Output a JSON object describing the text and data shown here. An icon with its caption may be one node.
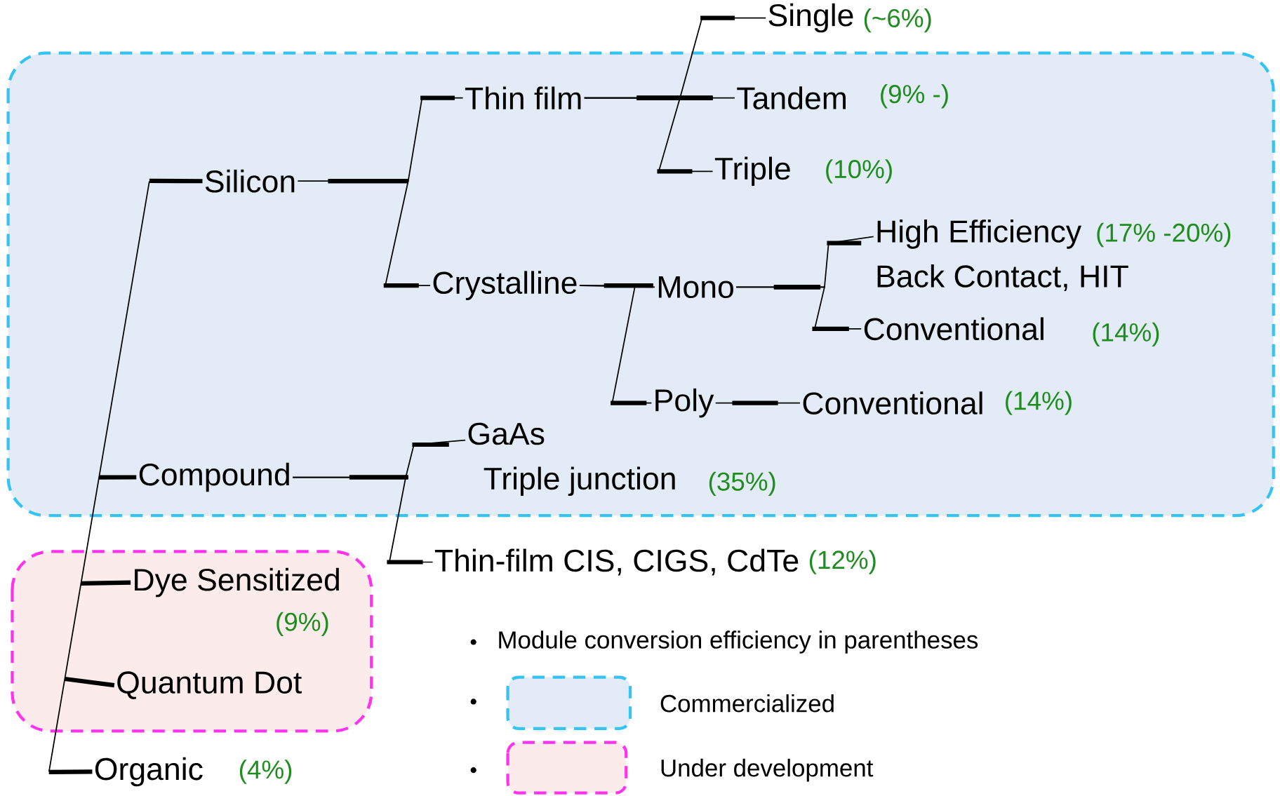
{
  "diagram": {
    "nodes": [
      {
        "text": [
          "Silicon"
        ]
      },
      {
        "text": [
          "Compound"
        ]
      },
      {
        "text": [
          "Dye Sensitized"
        ],
        "beside": [
          "(9%)"
        ]
      },
      {
        "text": [
          "Quantum Dot"
        ]
      },
      {
        "text": [
          "Organic"
        ],
        "beside": [
          "(4%)"
        ]
      },
      {
        "text": [
          "Thin film"
        ]
      },
      {
        "text": [
          "Crystalline"
        ]
      },
      {
        "text": [
          "Single"
        ],
        "beside": [
          "(~6%)"
        ]
      },
      {
        "text": [
          "Tandem"
        ],
        "beside": [
          "(9% -)"
        ]
      },
      {
        "text": [
          "Triple"
        ],
        "beside": [
          "(10%)"
        ]
      },
      {
        "text": [
          "Mono"
        ]
      },
      {
        "text": [
          "Poly"
        ]
      },
      {
        "text": [
          "High Efficiency",
          "Back Contact, HIT"
        ],
        "beside": [
          "(17% -20%)"
        ]
      },
      {
        "text": [
          "Conventional"
        ],
        "beside": [
          "(14%)"
        ]
      },
      {
        "text": [
          "Conventional"
        ],
        "beside": [
          "(14%)"
        ]
      },
      {
        "text": [
          "GaAs",
          "Triple junction"
        ],
        "beside": [
          "(35%)"
        ]
      },
      {
        "text": [
          "Thin-film CIS, CIGS, CdTe"
        ],
        "beside": [
          "(12%)"
        ]
      },
      {
        "text": [],
        "shape": "bar"
      }
    ],
    "edges": [
      {
        "from": 0,
        "to": 5,
        "arrow": "none"
      },
      {
        "from": 0,
        "to": 6,
        "arrow": "none"
      },
      {
        "from": 5,
        "to": 7,
        "arrow": "none"
      },
      {
        "from": 5,
        "to": 8,
        "arrow": "none"
      },
      {
        "from": 5,
        "to": 9,
        "arrow": "none"
      },
      {
        "from": 6,
        "to": 10,
        "arrow": "none"
      },
      {
        "from": 6,
        "to": 11,
        "arrow": "none"
      },
      {
        "from": 10,
        "to": 12,
        "arrow": "none"
      },
      {
        "from": 10,
        "to": 13,
        "arrow": "none"
      },
      {
        "from": 11,
        "to": 14,
        "arrow": "none"
      },
      {
        "from": 1,
        "to": 15,
        "arrow": "none"
      },
      {
        "from": 1,
        "to": 16,
        "arrow": "none"
      },
      {
        "from": 17,
        "to": 0,
        "arrow": "none",
        "style": "thick"
      },
      {
        "from": 17,
        "to": 1,
        "arrow": "none",
        "style": "thick"
      },
      {
        "from": 17,
        "to": 2,
        "arrow": "none",
        "style": "thick"
      },
      {
        "from": 17,
        "to": 3,
        "arrow": "none",
        "style": "thick"
      },
      {
        "from": 17,
        "to": 4,
        "arrow": "none",
        "style": "thick"
      }
    ],
    "labels": [
      "Module conversion efficiency  in  parentheses"
    ],
    "legend": [
      {
        "text": "Commercialized",
        "color": "#e3ecf6"
      },
      {
        "text": "Under development",
        "color": "#fbeceb"
      }
    ]
  }
}
